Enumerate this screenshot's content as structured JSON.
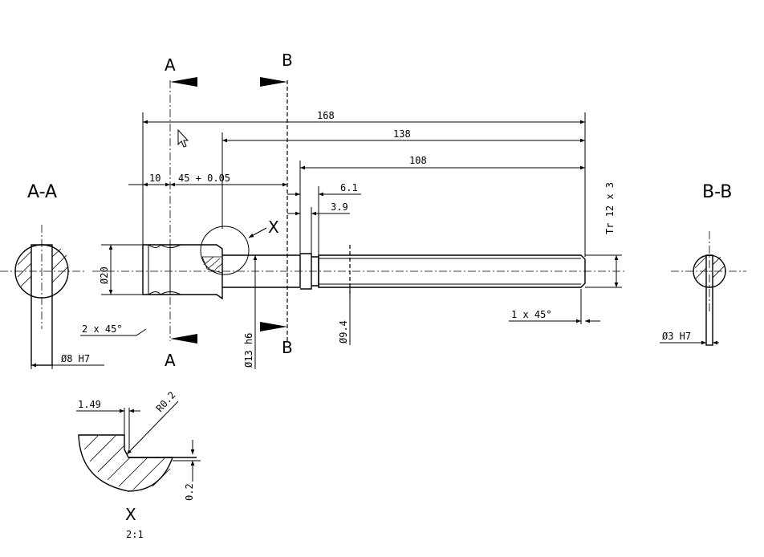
{
  "section_labels": {
    "a_top": "A",
    "a_bottom": "A",
    "b_top": "B",
    "b_bottom": "B",
    "section_aa": "A-A",
    "section_bb": "B-B",
    "detail_x_callout": "X",
    "detail_x_label": "X",
    "detail_scale": "2:1"
  },
  "dimensions": {
    "overall_168": "168",
    "len_138": "138",
    "len_108": "108",
    "len_10": "10",
    "len_45": "45 + 0.05",
    "len_6_1": "6.1",
    "len_3_9": "3.9",
    "dia_20": "Ø20",
    "chamfer_2x45": "2 x 45°",
    "dia_13_h6": "Ø13 h6",
    "dia_9_4": "Ø9.4",
    "thread": "Tr 12 x 3",
    "chamfer_1x45": "1 x 45°",
    "dia_8_h7": "Ø8 H7",
    "dia_3_h7": "Ø3 H7",
    "detail_1_49": "1.49",
    "detail_r0_2": "R0.2",
    "detail_0_2": "0.2"
  },
  "icons": {
    "cursor": "mouse-pointer-icon"
  }
}
